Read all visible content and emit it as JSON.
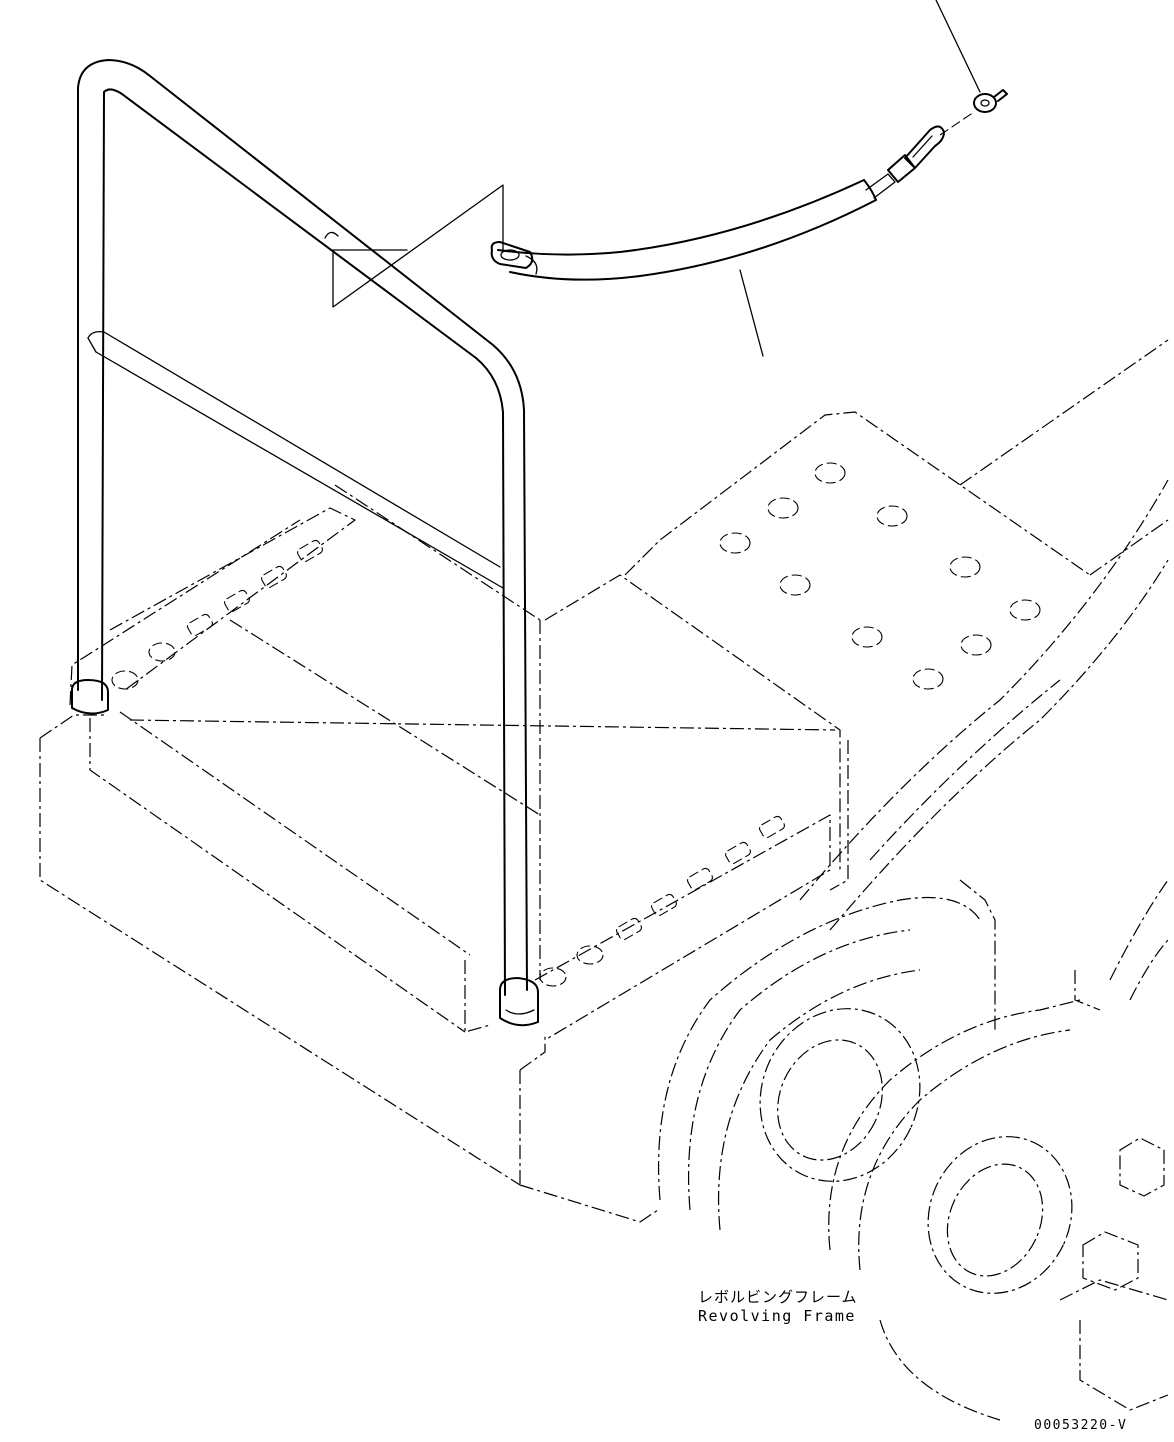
{
  "labels": {
    "part_name_jp": "レボルビングフレーム",
    "part_name_en": "Revolving Frame"
  },
  "drawing_number": "00053220-V",
  "colors": {
    "line": "#000000",
    "background": "#ffffff"
  }
}
